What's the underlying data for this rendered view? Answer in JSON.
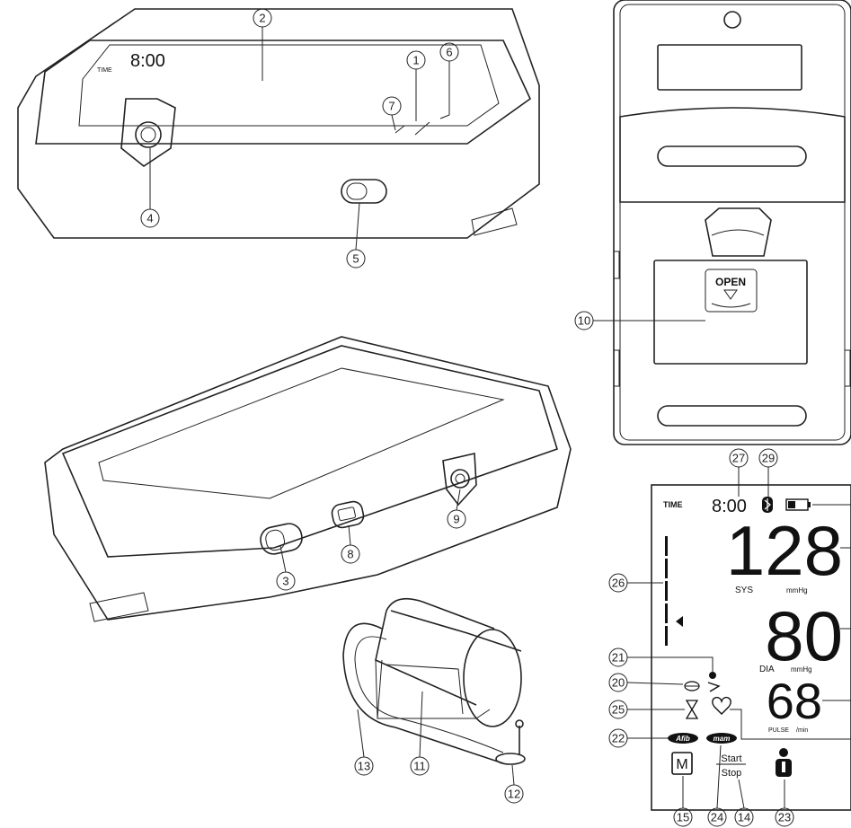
{
  "callouts": {
    "c1": "1",
    "c2": "2",
    "c3": "3",
    "c4": "4",
    "c5": "5",
    "c6": "6",
    "c7": "7",
    "c8": "8",
    "c9": "9",
    "c10": "10",
    "c11": "11",
    "c12": "12",
    "c13": "13",
    "c14": "14",
    "c15": "15",
    "c20": "20",
    "c21": "21",
    "c22": "22",
    "c23": "23",
    "c24": "24",
    "c25": "25",
    "c26": "26",
    "c27": "27",
    "c29": "29"
  },
  "device_top": {
    "time_label": "TIME",
    "time_value": "8:00"
  },
  "back_panel": {
    "open_label": "OPEN"
  },
  "lcd": {
    "time_label": "TIME",
    "time_value": "8:00",
    "sys_value": "128",
    "sys_label": "SYS",
    "sys_unit": "mmHg",
    "dia_value": "80",
    "dia_label": "DIA",
    "dia_unit": "mmHg",
    "pulse_value": "68",
    "pulse_label": "PULSE",
    "pulse_unit": "/min",
    "afib_label": "Afib",
    "mam_label": "mam",
    "m_label": "M",
    "start_label": "Start",
    "stop_label": "Stop"
  }
}
